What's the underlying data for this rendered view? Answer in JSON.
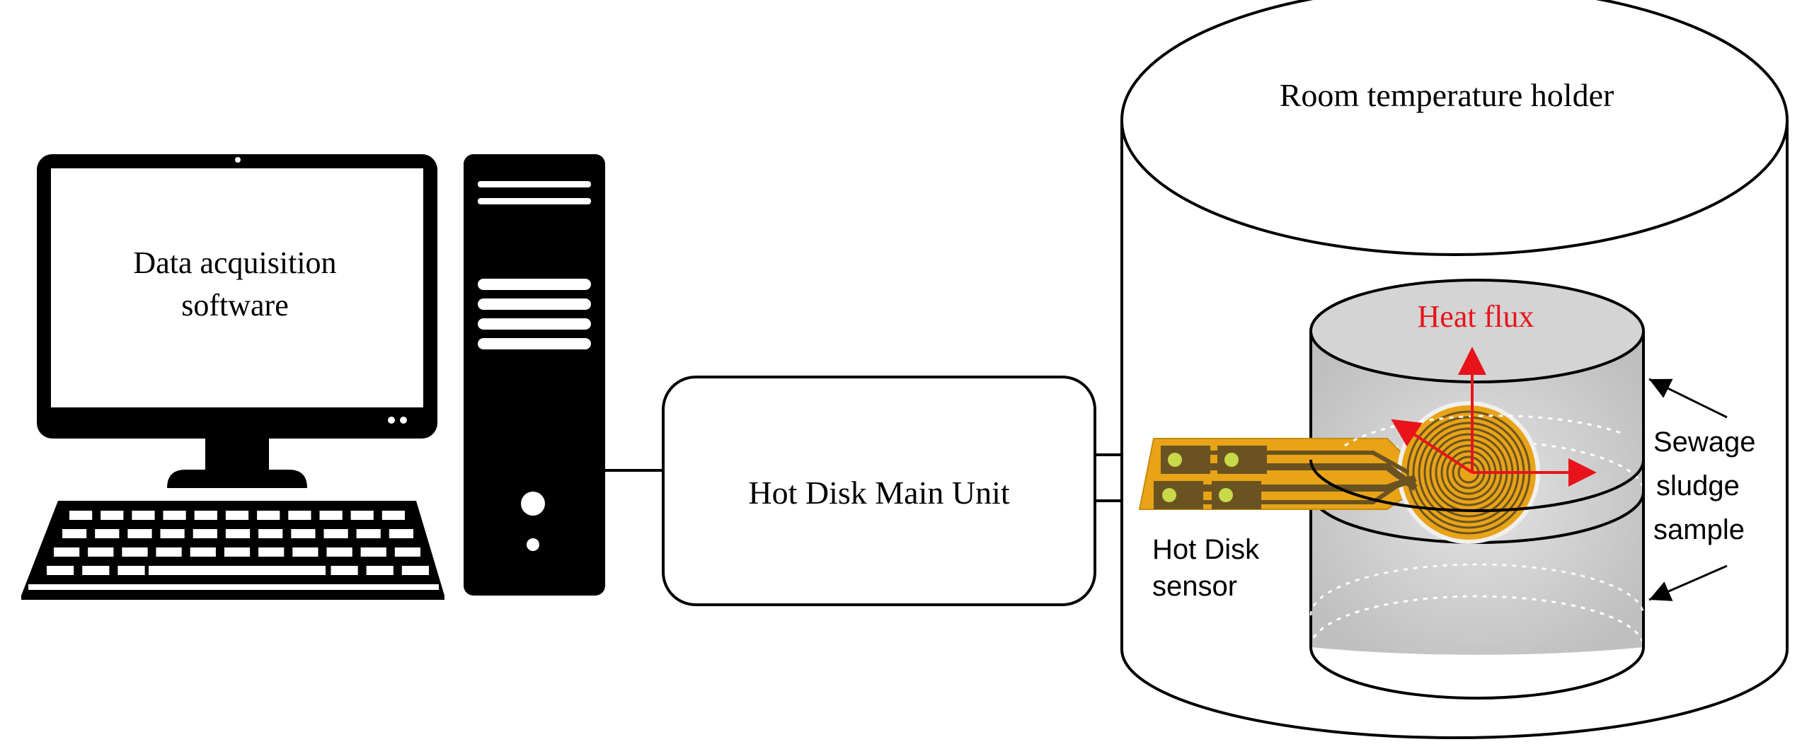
{
  "computer": {
    "monitor_text_line1": "Data acquisition",
    "monitor_text_line2": "software"
  },
  "main_unit": {
    "label": "Hot Disk Main Unit"
  },
  "holder": {
    "label": "Room temperature holder"
  },
  "heat_flux": {
    "label": "Heat flux",
    "color": "#e8131b"
  },
  "sensor": {
    "label_line1": "Hot Disk",
    "label_line2": "sensor",
    "color": "#e8a317"
  },
  "sample": {
    "label_line1": "Sewage",
    "label_line2": "sludge",
    "label_line3": "sample"
  },
  "colors": {
    "outline": "#000000",
    "sample_fill": "#cfcfcf",
    "sensor_dark": "#6b5321"
  }
}
